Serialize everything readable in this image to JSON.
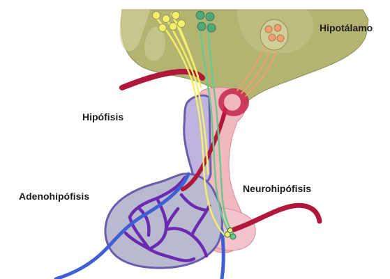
{
  "labels": {
    "hypothalamus": "Hipotálamo",
    "pituitary": "Hipófisis",
    "adenohypophysis": "Adenohipófisis",
    "neurohypophysis": "Neurohipófisis"
  },
  "colors": {
    "hypothalamus": "#b4b472",
    "hypothalamus_light": "#cfcf98",
    "vessel_red": "#b0173a",
    "pink_tissue": "#f2b8c0",
    "stalk_purple": "#6b5cae",
    "adeno_gray": "#b9b9cf",
    "capillary_purple": "#6a2bb0",
    "portal_blue": "#3f5fd6",
    "axon_yellow": "#f4ef6a",
    "axon_green": "#6cc98a",
    "axon_orange": "#f0a070"
  }
}
